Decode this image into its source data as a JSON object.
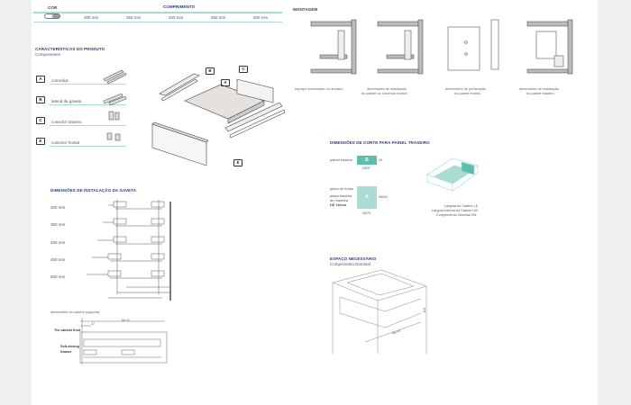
{
  "color_table": {
    "cor_label": "COR",
    "comprimento_label": "COMPRIMENTO",
    "lengths": [
      "300 mm",
      "350 mm",
      "400 mm",
      "450 mm",
      "500 mm"
    ]
  },
  "caracteristicas": {
    "title": "CARACTERÍSTICAS DO PRODUTO",
    "subtitle": "Componentes",
    "items": [
      {
        "letter": "A",
        "label": "corrediça"
      },
      {
        "letter": "B",
        "label": "lateral da gaveta"
      },
      {
        "letter": "C",
        "label": "conector traseiro"
      },
      {
        "letter": "E",
        "label": "conector frontal"
      }
    ]
  },
  "exploded": {
    "letters": [
      "B",
      "C",
      "A",
      "E"
    ]
  },
  "montagem": {
    "title": "MONTAGEM",
    "captions": [
      [
        "espaço necessário no armário"
      ],
      [
        "dimensões de instalação",
        "do painel do conector frontal"
      ],
      [
        "dimensões de perfuração",
        "do painel frontal"
      ],
      [
        "dimensões de instalação",
        "do painel traseiro"
      ]
    ]
  },
  "corte": {
    "title": "DIMENSÕES DE CORTE PARA PAINEL TRASEIRO",
    "painel_traseiro": "painel traseiro",
    "placa_fundo": "placa de fundo",
    "placa_lines": [
      "placa traseira",
      "de madeira",
      "DE 16mm"
    ],
    "b_dims": [
      "LW37",
      "33"
    ],
    "a_dims": [
      "LW75",
      "NW24"
    ],
    "legend": [
      "Largura do Cabine LE",
      "Largura Interna do Cabine LW",
      "Comprimento Nominal DN"
    ]
  },
  "instalacao": {
    "title": "DIMENSÕES DE INSTALAÇÃO DA GAVETA",
    "lengths": [
      "300 mm",
      "350 mm",
      "400 mm",
      "450 mm",
      "500 mm"
    ],
    "caption": "dimensões do cabine p/gaveta"
  },
  "bottom_drawing": {
    "front_label": "The cabinet front",
    "drawer_label": [
      "Soft-closing",
      "Drawer"
    ],
    "dim_total": "NL+3",
    "dim_front": "37"
  },
  "espaco": {
    "title": "ESPAÇO NECESSÁRIO",
    "subtitle": "Comprimento Nominal",
    "dim_depth": "NL+3",
    "dim_height": "115"
  }
}
